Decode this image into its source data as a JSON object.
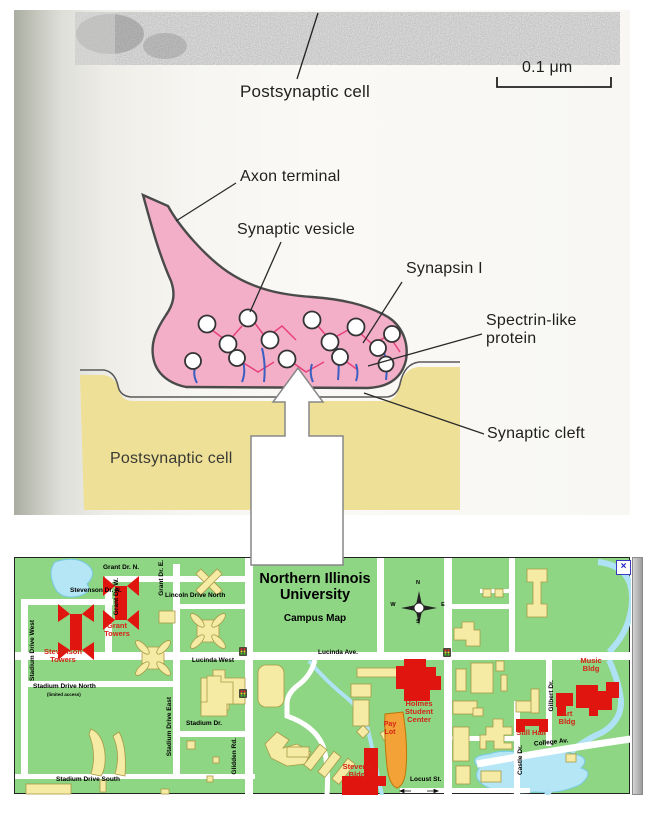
{
  "diagram": {
    "micrograph_label": "Postsynaptic cell",
    "scale_label": "0.1 μm",
    "axon_terminal": "Axon terminal",
    "synaptic_vesicle": "Synaptic vesicle",
    "synapsin": "Synapsin I",
    "spectrin_l1": "Spectrin-like",
    "spectrin_l2": "protein",
    "synaptic_cleft": "Synaptic cleft",
    "postsynaptic_cell": "Postsynaptic cell",
    "colors": {
      "axon_fill": "#f3aec8",
      "postsynaptic_fill": "#efe098",
      "synapsin_line": "#e8417a",
      "spectrin_line": "#3b5fc0"
    }
  },
  "map": {
    "title_l1": "Northern Illinois",
    "title_l2": "University",
    "subtitle": "Campus Map",
    "close": "×",
    "compass": {
      "n": "N",
      "w": "W",
      "e": "E",
      "s": "S"
    },
    "roads": {
      "grant_n": "Grant Dr. N.",
      "grant_w": "Grant Dr. W.",
      "grant_e": "Grant Dr. E.",
      "stevenson_n": "Stevenson Dr. N.",
      "lincoln": "Lincoln Drive North",
      "lucinda_ave": "Lucinda Ave.",
      "lucinda_west": "Lucinda West",
      "stadium_west": "Stadium Drive West",
      "stadium_north": "Stadium Drive North",
      "limited": "(limited access)",
      "stadium_east": "Stadium Drive East",
      "stadium_dr": "Stadium Dr.",
      "stadium_south": "Stadium Drive South",
      "glidden": "Glidden Rd.",
      "locust": "Locust St.",
      "castle": "Castle Dr.",
      "gilbert": "Gilbert Dr.",
      "college": "College Av."
    },
    "buildings": {
      "stevenson": [
        "Stevenson",
        "Towers"
      ],
      "grant": [
        "Grant",
        "Towers"
      ],
      "holmes": [
        "Holmes",
        "Student",
        "Center"
      ],
      "pay": [
        "Pay",
        "Lot"
      ],
      "stevens": [
        "Stevens",
        "Bldg"
      ],
      "music": [
        "Music",
        "Bldg"
      ],
      "art": [
        "Art",
        "Bldg"
      ],
      "still": "Still Hall"
    },
    "colors": {
      "campus_green": "#8ed584",
      "building_yellow": "#f6eba4",
      "landmark_red": "#e01510",
      "water_blue": "#b5e6f5",
      "pay_lot_orange": "#f2a236"
    }
  }
}
